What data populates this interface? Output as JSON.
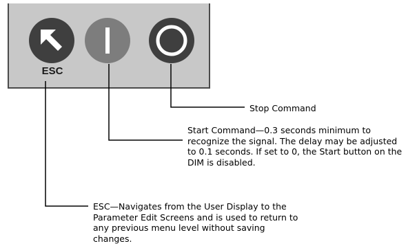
{
  "panel": {
    "buttons": [
      {
        "id": "esc",
        "label": "ESC",
        "icon": "arrow-up-left-icon"
      },
      {
        "id": "start",
        "label": "",
        "icon": "vertical-bar-icon"
      },
      {
        "id": "stop",
        "label": "",
        "icon": "ring-icon"
      }
    ]
  },
  "callouts": {
    "stop": "Stop Command",
    "start": "Start Command—0.3 seconds minimum to recognize the signal. The delay may be adjusted to 0.1 seconds. If set to 0, the Start button on the DIM is disabled.",
    "esc": "ESC—Navigates from the User Display to the Parameter Edit Screens and is used to return to any previous menu level without saving changes."
  },
  "colors": {
    "panel": "#c8c8c8",
    "dark_button": "#3f3f3f",
    "start_button": "#7d7d7d",
    "glyph": "#ffffff",
    "leader": "#000000"
  }
}
